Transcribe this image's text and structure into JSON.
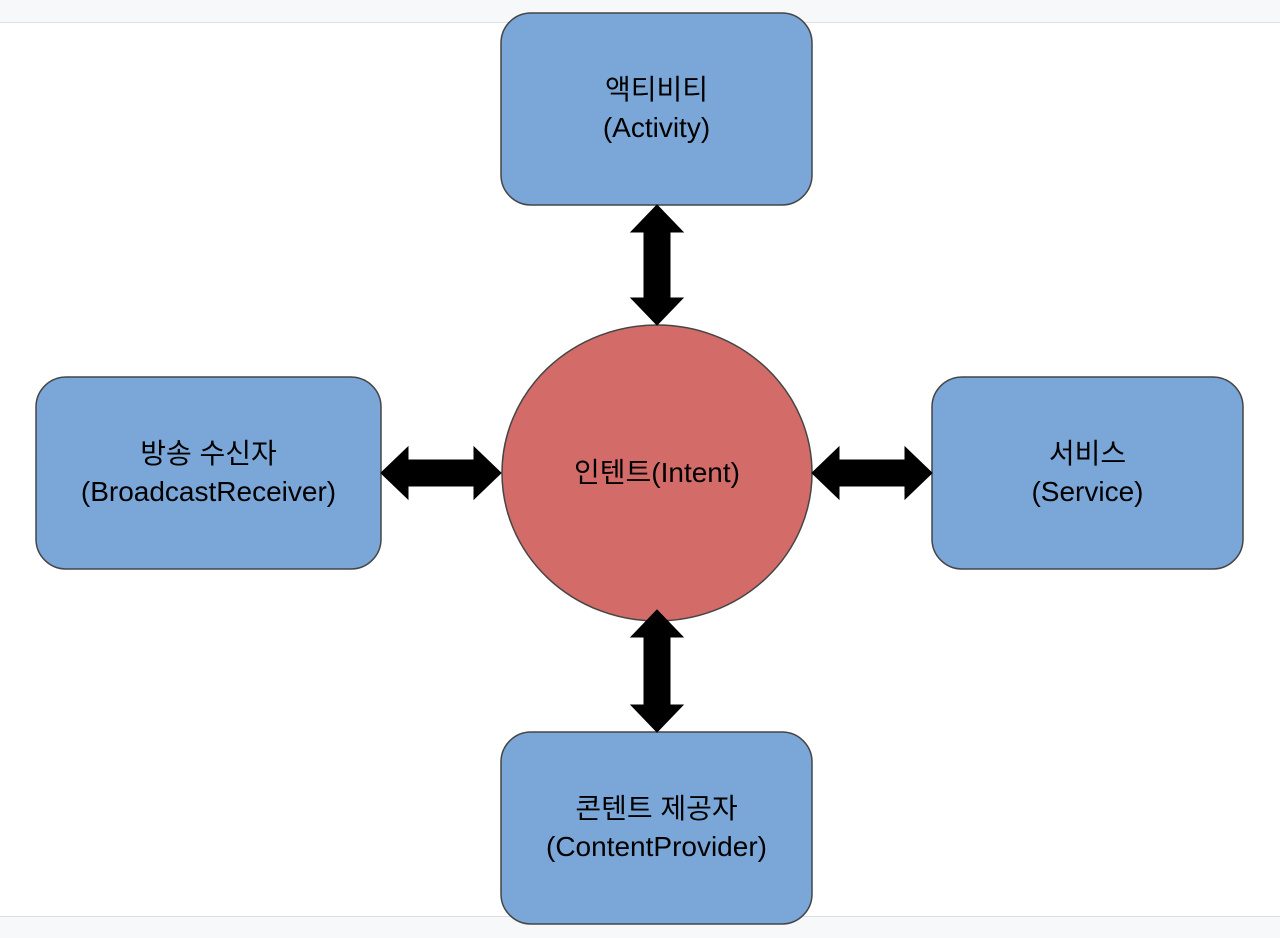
{
  "diagram": {
    "center": {
      "line1": "인텐트(Intent)"
    },
    "activity": {
      "line1": "액티비티",
      "line2": "(Activity)"
    },
    "service": {
      "line1": "서비스",
      "line2": "(Service)"
    },
    "receiver": {
      "line1": "방송 수신자",
      "line2": "(BroadcastReceiver)"
    },
    "provider": {
      "line1": "콘텐트 제공자",
      "line2": "(ContentProvider)"
    }
  },
  "colors": {
    "box_fill": "#7aa7d8",
    "box_stroke": "#454545",
    "circle_fill": "#d36b68",
    "arrow_fill": "#000000",
    "page_bg": "#f7f8fa"
  }
}
